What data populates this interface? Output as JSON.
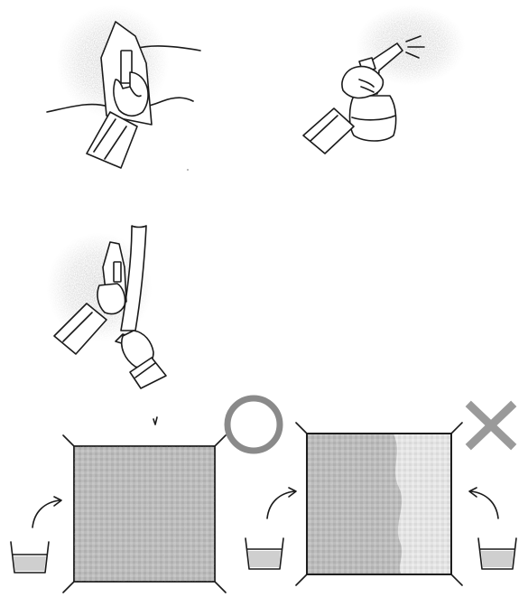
{
  "figure": {
    "panels": [
      {
        "id": "rub-cloth",
        "icon": "hand-rubbing-cloth-icon"
      },
      {
        "id": "spray-water",
        "icon": "spray-bottle-icon"
      },
      {
        "id": "peel-strip",
        "icon": "hand-peeling-strip-icon"
      }
    ],
    "comparison": {
      "correct": {
        "mark": "circle-icon",
        "mark_color": "#8a8a8a",
        "result": "even-wet-square"
      },
      "incorrect": {
        "mark": "cross-icon",
        "mark_color": "#9a9a9a",
        "result": "uneven-wet-square"
      }
    }
  }
}
